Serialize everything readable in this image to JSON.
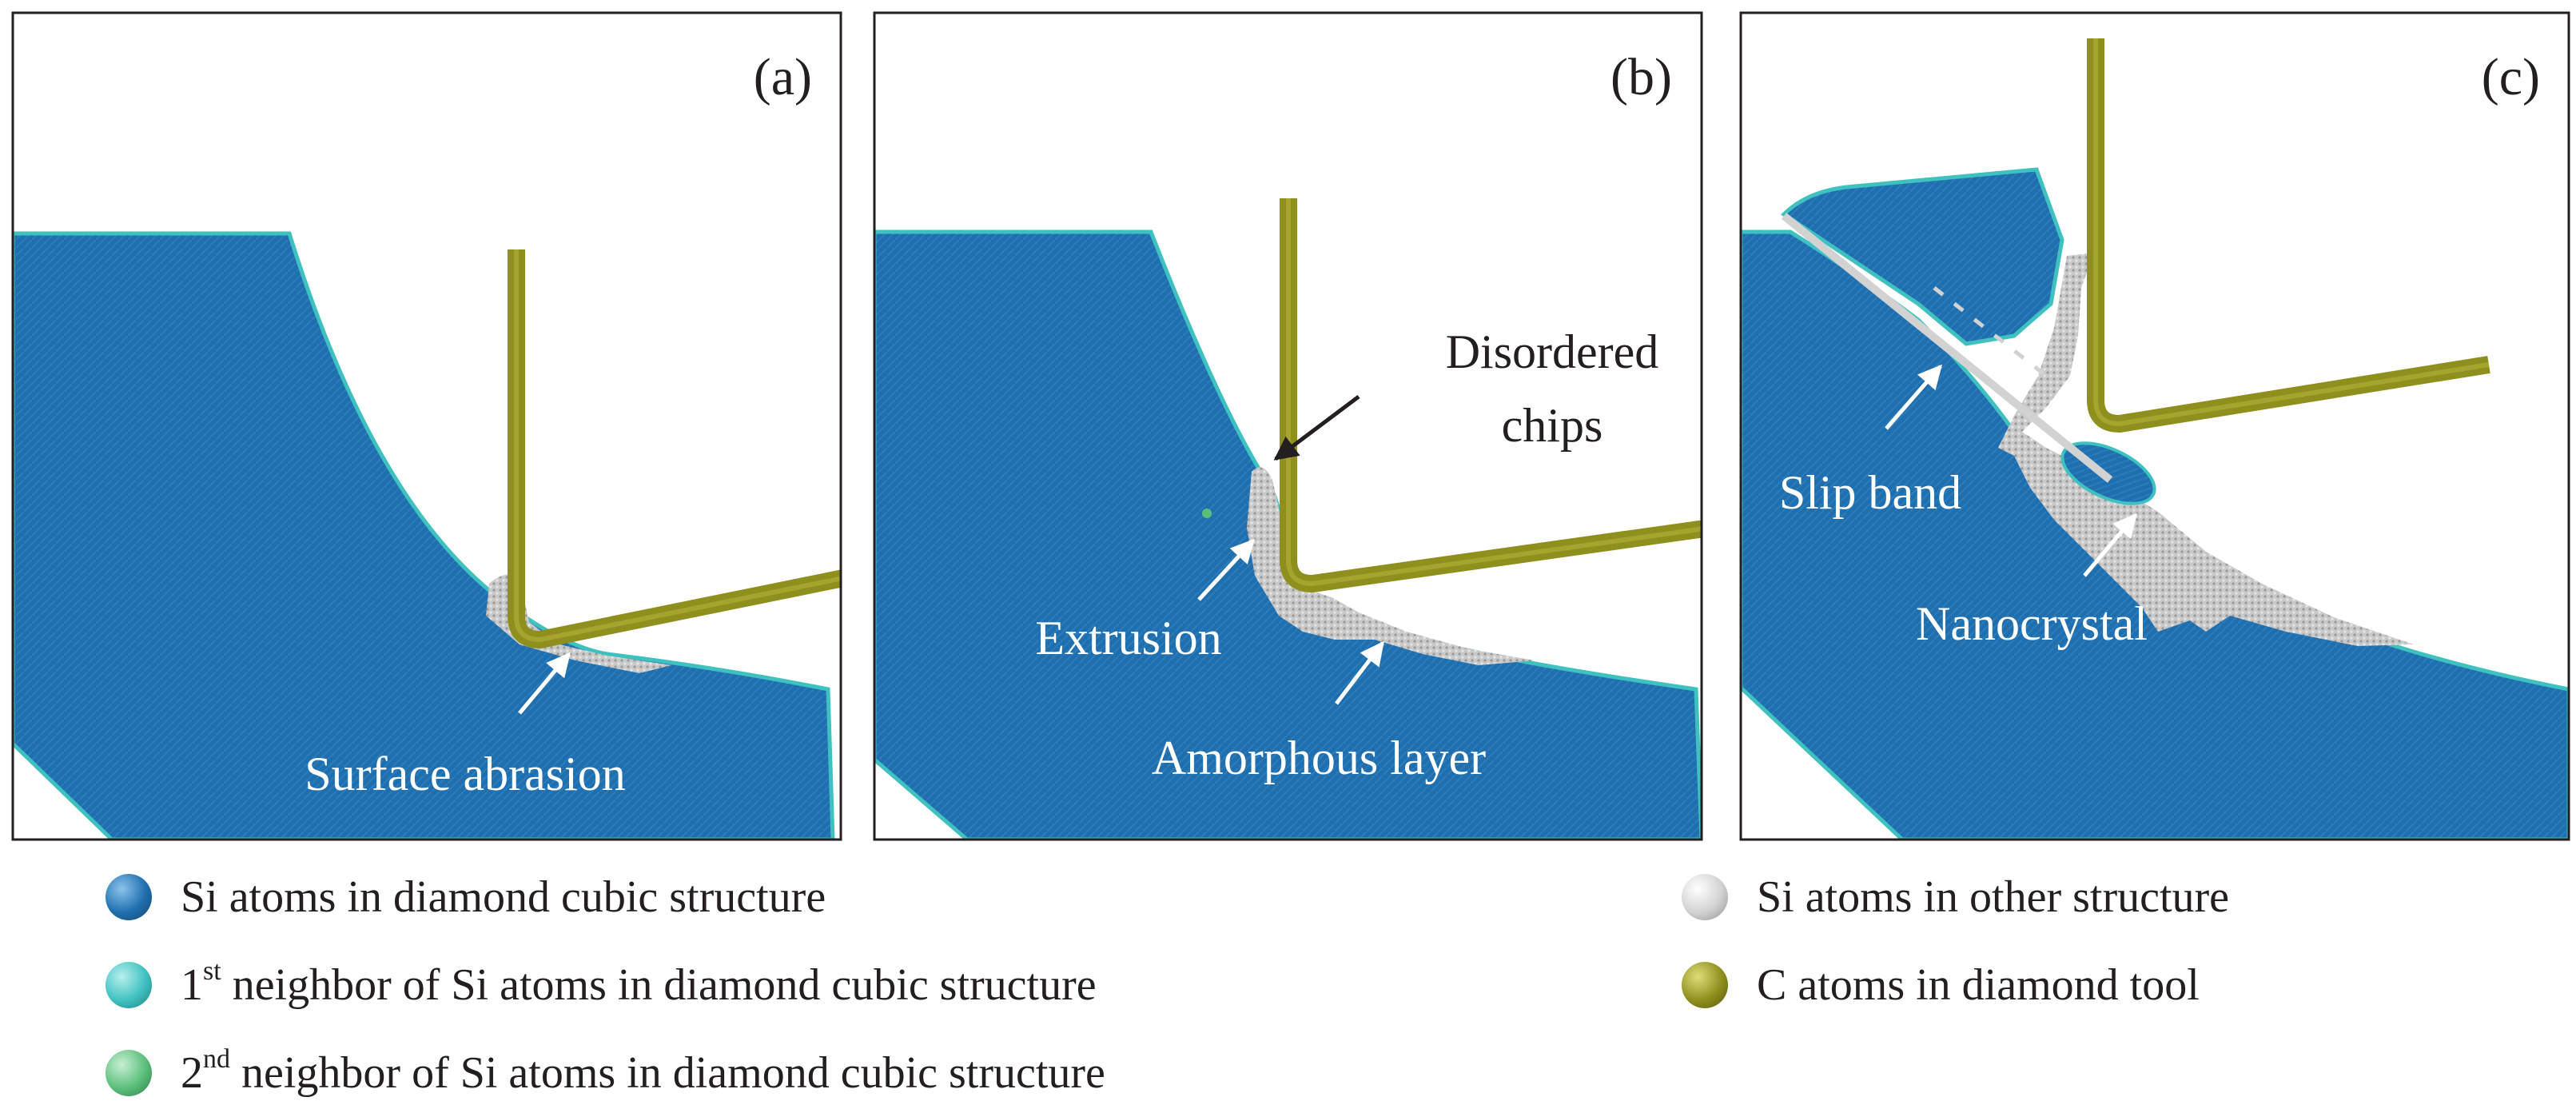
{
  "panels": [
    {
      "label": "(a)",
      "annotations": [
        {
          "text": "Surface abrasion"
        }
      ]
    },
    {
      "label": "(b)",
      "annotations": [
        {
          "text": "Disordered"
        },
        {
          "text": "chips"
        },
        {
          "text": "Extrusion"
        },
        {
          "text": "Amorphous layer"
        }
      ]
    },
    {
      "label": "(c)",
      "annotations": [
        {
          "text": "Slip band"
        },
        {
          "text": "Nanocrystal"
        }
      ]
    }
  ],
  "legend": [
    {
      "text": "Si atoms in diamond cubic structure",
      "color": "#1f6fae"
    },
    {
      "ord": "1",
      "sup": "st",
      "text": " neighbor of Si atoms in diamond cubic structure",
      "color": "#3fc1c0"
    },
    {
      "ord": "2",
      "sup": "nd",
      "text": " neighbor of Si atoms in diamond cubic structure",
      "color": "#5bbf7a"
    },
    {
      "text": "Si atoms in other structure",
      "color": "#d2d2d2"
    },
    {
      "text": "C atoms in diamond tool",
      "color": "#8f8f1d"
    }
  ],
  "colors": {
    "silicon": "#1f6fae",
    "tool": "#8f8f1d",
    "amorphous": "#c7c7c7",
    "edge": "#3fc1c0"
  }
}
